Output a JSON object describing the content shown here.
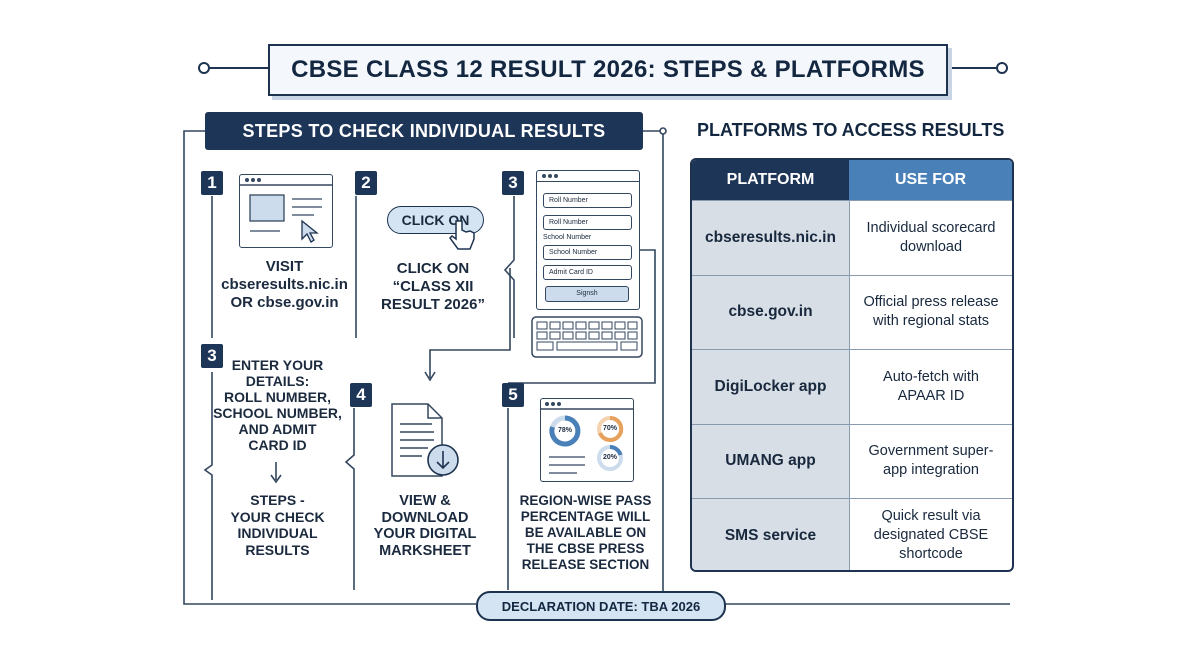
{
  "title": "CBSE CLASS 12 RESULT 2026: STEPS & PLATFORMS",
  "steps_section": {
    "heading": "STEPS TO CHECK INDIVIDUAL RESULTS",
    "steps": [
      {
        "number": "1",
        "text": [
          "VISIT",
          "cbseresults.nic.in",
          "OR cbse.gov.in"
        ]
      },
      {
        "number": "2",
        "button_label": "CLICK ON",
        "text": [
          "CLICK ON",
          "“CLASS XII",
          "RESULT 2026”"
        ]
      },
      {
        "number": "3",
        "form_fields": [
          "Roll Number",
          "Roll Number",
          "School Number",
          "School Number",
          "Admit Card ID"
        ],
        "form_button": "Signsh"
      },
      {
        "number": "3",
        "text": [
          "ENTER YOUR",
          "DETAILS:",
          "ROLL NUMBER,",
          "SCHOOL NUMBER,",
          "AND ADMIT",
          "CARD ID"
        ],
        "subtext": [
          "STEPS -",
          "YOUR CHECK",
          "INDIVIDUAL",
          "RESULTS"
        ]
      },
      {
        "number": "4",
        "text": [
          "VIEW &",
          "DOWNLOAD",
          "YOUR DIGITAL",
          "MARKSHEET"
        ]
      },
      {
        "number": "5",
        "chart_labels": [
          "78%",
          "70%",
          "20%"
        ],
        "text": [
          "REGION-WISE PASS",
          "PERCENTAGE WILL",
          "BE AVAILABLE ON",
          "THE CBSE PRESS",
          "RELEASE SECTION"
        ]
      }
    ]
  },
  "platforms_section": {
    "heading": "PLATFORMS TO ACCESS RESULTS",
    "columns": [
      "PLATFORM",
      "USE FOR"
    ],
    "rows": [
      {
        "platform": "cbseresults.nic.in",
        "use": [
          "Individual scorecard",
          "download"
        ]
      },
      {
        "platform": "cbse.gov.in",
        "use": [
          "Official press release",
          "with regional stats"
        ]
      },
      {
        "platform": "DigiLocker app",
        "use": [
          "Auto-fetch with",
          "APAAR ID"
        ]
      },
      {
        "platform": "UMANG app",
        "use": [
          "Government super-",
          "app integration"
        ]
      },
      {
        "platform": "SMS service",
        "use": [
          "Quick result via",
          "designated CBSE",
          "shortcode"
        ]
      }
    ],
    "header_colors": {
      "platform": "#1d3557",
      "use": "#4a80b8"
    }
  },
  "footer": {
    "declaration": "DECLARATION DATE: TBA 2026"
  },
  "icons": [
    "browser-window-icon",
    "cursor-icon",
    "form-window-icon",
    "keyboard-icon",
    "document-download-icon",
    "dashboard-chart-icon"
  ]
}
